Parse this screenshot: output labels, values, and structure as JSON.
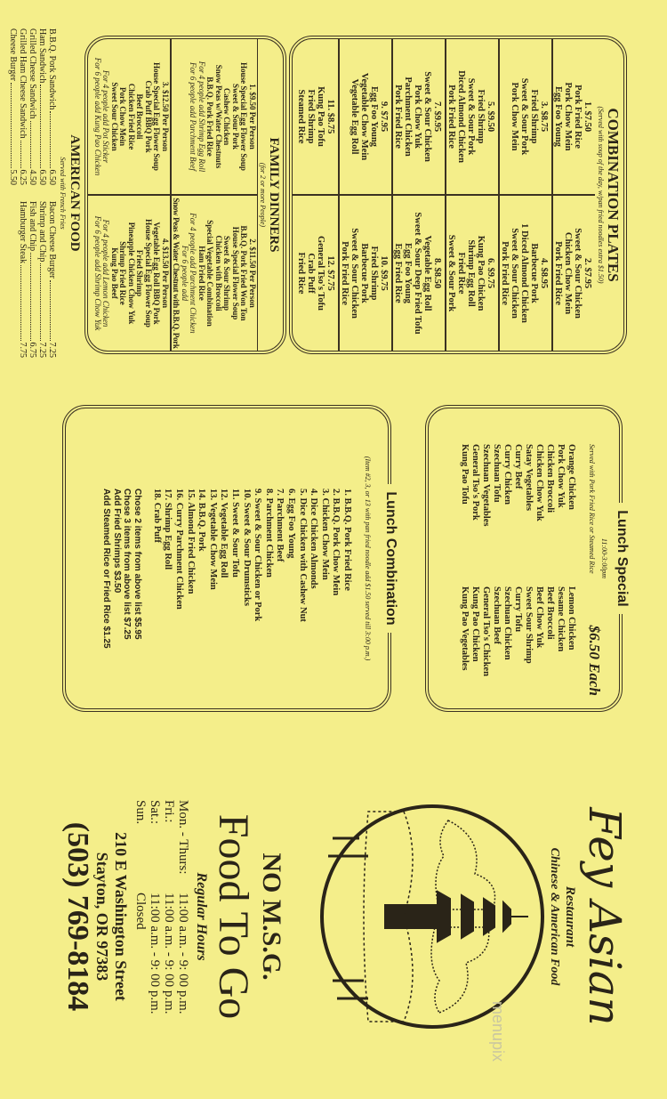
{
  "combination_plates": {
    "title": "COMBINATION PLATES",
    "subtitle": "(Served with soup of the day, w/pan fried noodles extra $1.50)",
    "plates": [
      {
        "label": "1. $7.50",
        "items": [
          "Pork Fried Rice",
          "Pork Chow Mein",
          "Egg Foo Young"
        ]
      },
      {
        "label": "2. $7.95",
        "items": [
          "Sweet & Sour Chicken",
          "Chicken Chow Mein",
          "Pork Fried Rice"
        ]
      },
      {
        "label": "3. $8.75",
        "items": [
          "Fried Shrimp",
          "Sweet & Sour Pork",
          "Pork Chow Mein"
        ]
      },
      {
        "label": "4. $8.95",
        "items": [
          "Barbecue Pork",
          "1 Diced Almond Chicken",
          "Sweet & Sour Chicken",
          "Pork Fried Rice"
        ]
      },
      {
        "label": "5. $9.50",
        "items": [
          "Fried Shrimp",
          "Sweet & Sour Pork",
          "Diced Almond Chicken",
          "Pork Fried Rice"
        ]
      },
      {
        "label": "6. $9.75",
        "items": [
          "Kung Pao Chicken",
          "Shrimp Egg Roll",
          "Fried Rice",
          "Sweet & Sour Pork"
        ]
      },
      {
        "label": "7. $9.95",
        "items": [
          "Sweet & Sour Chicken",
          "Pork Chow Yuk",
          "Parchment Chicken",
          "Pork Fried Rice"
        ]
      },
      {
        "label": "8. $8.50",
        "items": [
          "Vegetable Egg Roll",
          "Sweet & Sour Deep Fried Tofu",
          "Egg Foo Young",
          "Egg Fried Rice"
        ]
      },
      {
        "label": "9. $7.95",
        "items": [
          "Egg Foo Young",
          "Vegetable Chow Mein",
          "Vegetable Egg Roll"
        ]
      },
      {
        "label": "10. $9.75",
        "items": [
          "Fried Shrimp",
          "Barbecue Pork",
          "Sweet & Sour Chicken",
          "Pork Fried Rice"
        ]
      },
      {
        "label": "11. $8.75",
        "items": [
          "Kung Pao Tofu",
          "Fried Shrimp",
          "Steamed Rice"
        ]
      },
      {
        "label": "12. $7.75",
        "items": [
          "General Tso's Tofu",
          "Crab Puff",
          "Fried Rice"
        ]
      }
    ]
  },
  "family_dinners": {
    "title": "FAMILY DINNERS",
    "subtitle": "(for 2 or more People)",
    "dinners": [
      {
        "label": "1. $9.50 Per Person",
        "items": [
          "House Special Egg Flower Soup",
          "Sweet & Sour Pork",
          "Cashew Chicken",
          "Snow Peas w/Water Chestnuts",
          "B.B.Q. Pork Fried Rice"
        ],
        "notes": [
          "For 4 people add Shrimp Egg Roll",
          "For 6 people add Parchment Beef"
        ],
        "extra": ""
      },
      {
        "label": "2. $11.50 Per Person",
        "items": [
          "B.B.Q. Pork Fried Won Ton",
          "House Special Flower Soup",
          "Sweet & Sour Shrimp",
          "Chicken with Broccoli",
          "Special Vegetable Combination",
          "Ham Fried Rice"
        ],
        "notes": [
          "For 4 people add Parchment Chicken",
          "For 6 people add"
        ],
        "extra": "Snow Peas & Water Chestnut with B.B.Q. Pork"
      },
      {
        "label": "3. $12.50 Per Person",
        "items": [
          "House Special Egg Flower Soup",
          "Crab Puff BBQ Pork",
          "Beef Broccoli",
          "Chicken Fried Rice",
          "Pork Chow Mein",
          "Sweet Sour Chicken"
        ],
        "notes": [
          "For 4 people add Pot Sticker",
          "For 6 people add Kung Pao Chicken"
        ],
        "extra": ""
      },
      {
        "label": "4. $13.50 Per Person",
        "items": [
          "Vegetable Egg Roll BBQ Pork",
          "House Special Egg Flower Soup",
          "Fried Shrimp",
          "Pineapple Chicken Chow Yuk",
          "Shrimp Fried Rice",
          "Kung Pao Beef"
        ],
        "notes": [
          "For 4 people add Lemon Chicken",
          "For 6 people add Shrimp Chow Yuk"
        ],
        "extra": ""
      }
    ]
  },
  "american_food": {
    "title": "AMERICAN FOOD",
    "subtitle": "Served with French Fries",
    "left": [
      {
        "name": "B.B.Q. Pork Sandwich",
        "price": "6.50"
      },
      {
        "name": "Ham Sandwich",
        "price": "6.50"
      },
      {
        "name": "Grilled Cheese Sandwich",
        "price": "4.50"
      },
      {
        "name": "Grilled Ham Cheese Sandwich",
        "price": "6.25"
      },
      {
        "name": "Cheese Burger",
        "price": "5.50"
      }
    ],
    "right": [
      {
        "name": "Bacon Cheese Burger",
        "price": "7.25"
      },
      {
        "name": "Shrimp and Chip",
        "price": "7.25"
      },
      {
        "name": "Fish and Chip",
        "price": "6.75"
      },
      {
        "name": "Hamburger Steak",
        "price": "7.75"
      }
    ]
  },
  "lunch_special": {
    "title": "Lunch Special",
    "hours": "11:00-3:00pm",
    "subtitle": "Served with Pork Fried Rice or Steamed Rice",
    "price": "$6.50 Each",
    "col1": [
      "Orange Chicken",
      "Pork Chow Yuk",
      "Chicken Broccoli",
      "Chicken Chow Yuk",
      "Satay Vegetables",
      "Curry Beef",
      "Curry Chicken",
      "Szechuan Tofu",
      "Szechuan Vegetables",
      "General Tso's Pork",
      "Kung Pao Tofu"
    ],
    "col2": [
      "Lemon Chicken",
      "Sesame Chicken",
      "Beef Broccoli",
      "Beef Chow Yuk",
      "Sweet Sour Shrimp",
      "Curry Tofu",
      "Szechuan Chicken",
      "Szechuan Beef",
      "General Tso's Chicken",
      "Kung Pao Chicken",
      "Kung Pao Vegetables"
    ]
  },
  "lunch_combination": {
    "title": "Lunch Combination",
    "subtitle": "(Item #2, 3, or 13 with pan fried noodle add $1.50 served till 3:00 p.m.)",
    "items": [
      "1. B.B.Q. Pork Fried Rice",
      "2. B.B.Q. Pork Chow Mein",
      "3. Chicken Chow Mein",
      "4. Dice Chicken Almonds",
      "5. Dice Chicken with Cashew Nut",
      "6. Egg Foo Young",
      "7. Parchment Beef",
      "8. Parchment Chicken",
      "9. Sweet & Sour Chicken or Pork",
      "10. Sweet & Sour Drumsticks",
      "11. Sweet & Sour Tofu",
      "12. Vegetable Egg Roll",
      "13. Vegetable Chow Mein",
      "14. B.B.Q. Pork",
      "15. Almond Fried Chicken",
      "16. Curry Parchment Chicken",
      "17. Shrimp Egg Roll",
      "18. Crab Puff"
    ],
    "footer": [
      "Chose 2 items from above list $5.95",
      "Chose 3 items from above list $7.25",
      "Add Fried Shrimps $3.50",
      "Add Steamed Rice or Fried Rice $1.25"
    ]
  },
  "restaurant": {
    "name": "Fey Asian",
    "type": "Restaurant",
    "tagline": "Chinese & American Food",
    "no_msg": "NO M.S.G.",
    "to_go": "Food To Go",
    "hours_title": "Regular Hours",
    "hours": [
      {
        "day": "Mon. - Thurs:",
        "time": "11:00 a.m. - 9: 00 p.m."
      },
      {
        "day": "Fri.:",
        "time": "11:00 a.m. - 9: 00 p.m."
      },
      {
        "day": "Sat.:",
        "time": "11:00 a.m. - 9: 00 p.m."
      },
      {
        "day": "Sun.",
        "time": "Closed"
      }
    ],
    "address": "210 E Washington Street",
    "city": "Stayton, OR 97383",
    "phone": "(503) 769-8184"
  },
  "watermark": "menupix",
  "colors": {
    "paper": "#f4ee8a",
    "ink": "#2a2418"
  }
}
